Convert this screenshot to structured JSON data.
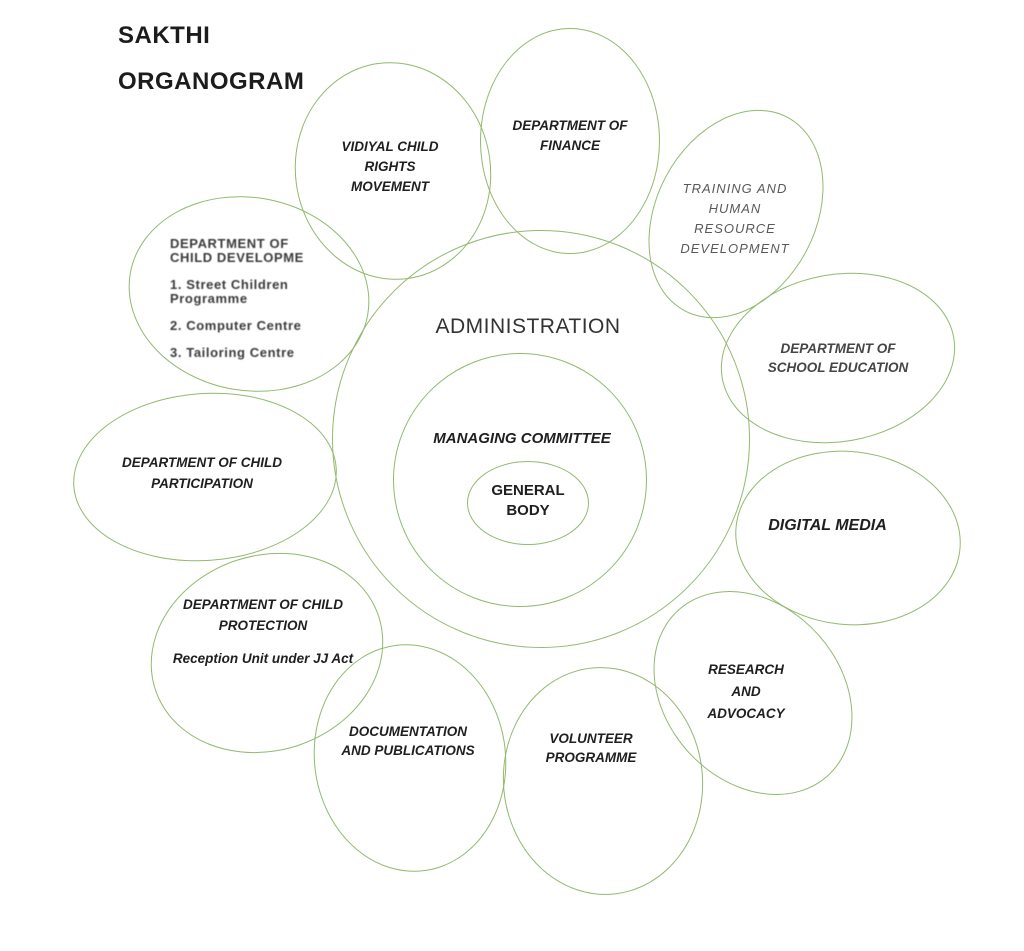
{
  "title": {
    "line1": "SAKTHI",
    "line2": "ORGANOGRAM"
  },
  "colors": {
    "outline_green": "#92b96f",
    "label_text": "#1f1f1f",
    "muted_label_text": "#595959"
  },
  "center_circles": {
    "administration": {
      "label": "ADMINISTRATION"
    },
    "managing_committee": {
      "label": "MANAGING COMMITTEE"
    },
    "general_body": {
      "label": "GENERAL BODY"
    }
  },
  "petals": {
    "vidiyal_child_rights_movement": {
      "label": "VIDIYAL CHILD RIGHTS MOVEMENT"
    },
    "department_of_finance": {
      "label": "DEPARTMENT OF FINANCE"
    },
    "training_and_human_resource_development": {
      "label": "TRAINING AND HUMAN RESOURCE DEVELOPMENT"
    },
    "department_of_school_education": {
      "label": "DEPARTMENT OF SCHOOL EDUCATION"
    },
    "digital_media": {
      "label": "DIGITAL MEDIA"
    },
    "research_and_advocacy": {
      "label": "RESEARCH AND ADVOCACY"
    },
    "volunteer_programme": {
      "label": "VOLUNTEER PROGRAMME"
    },
    "documentation_and_publications": {
      "label": "DOCUMENTATION AND PUBLICATIONS"
    },
    "department_of_child_protection": {
      "title": "DEPARTMENT OF CHILD PROTECTION",
      "subtitle": "Reception Unit under JJ Act"
    },
    "department_of_child_participation": {
      "label": "DEPARTMENT OF CHILD PARTICIPATION"
    },
    "department_of_child_development": {
      "lines": [
        "DEPARTMENT OF",
        "CHILD DEVELOPME",
        "1. Street Children",
        "Programme",
        "2. Computer Centre",
        "3. Tailoring Centre"
      ]
    }
  }
}
